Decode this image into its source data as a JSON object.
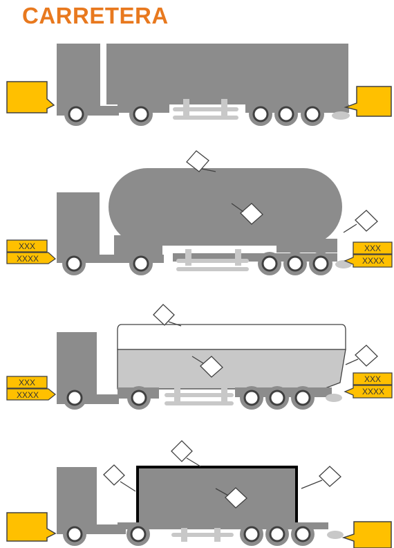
{
  "title": "CARRETERA",
  "colors": {
    "title": "#e8791f",
    "body": "#8c8c8c",
    "light": "#c8c8c8",
    "plate": "#ffc000",
    "outline": "#404040"
  },
  "trucks": [
    {
      "type": "box-semitrailer",
      "front_plate": [],
      "rear_plate": []
    },
    {
      "type": "tanker-semitrailer",
      "front_plate": [
        "XXX",
        "XXXX"
      ],
      "rear_plate": [
        "XXX",
        "XXXX"
      ]
    },
    {
      "type": "tipper-semitrailer",
      "front_plate": [
        "XXX",
        "XXXX"
      ],
      "rear_plate": [
        "XXX",
        "XXXX"
      ]
    },
    {
      "type": "container-semitrailer",
      "front_plate": [],
      "rear_plate": []
    }
  ]
}
